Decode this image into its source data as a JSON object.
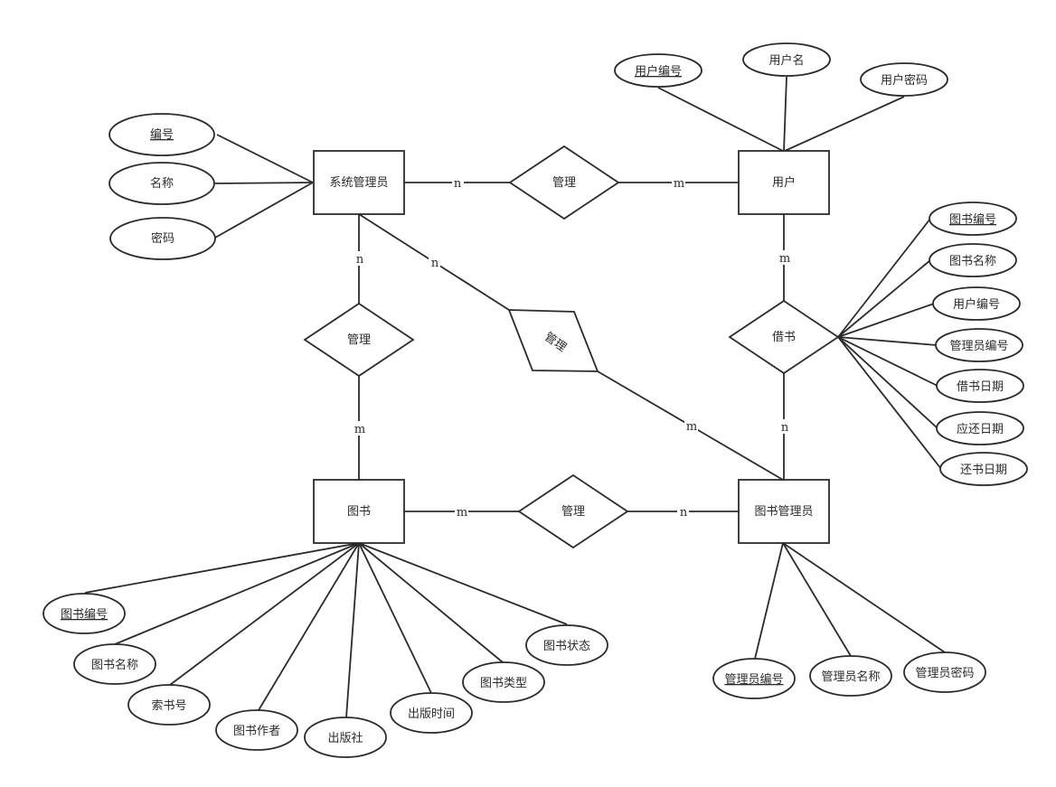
{
  "entities": {
    "sys_admin": "系统管理员",
    "user": "用户",
    "book": "图书",
    "librarian": "图书管理员"
  },
  "relationships": {
    "top": "管理",
    "left": "管理",
    "diagonal": "管理",
    "borrow": "借书",
    "bottom": "管理"
  },
  "cardinalities": {
    "sys_top": "n",
    "user_top": "m",
    "sys_left": "n",
    "book_left": "m",
    "sys_diag": "n",
    "lib_diag": "m",
    "user_borrow": "m",
    "lib_borrow": "n",
    "book_bottom": "m",
    "lib_bottom": "n"
  },
  "attributes": {
    "sys_admin": [
      "编号",
      "名称",
      "密码"
    ],
    "user": [
      "用户编号",
      "用户名",
      "用户密码"
    ],
    "borrow": [
      "图书编号",
      "图书名称",
      "用户编号",
      "管理员编号",
      "借书日期",
      "应还日期",
      "还书日期"
    ],
    "book": [
      "图书编号",
      "图书名称",
      "索书号",
      "图书作者",
      "出版社",
      "出版时间",
      "图书类型",
      "图书状态"
    ],
    "librarian": [
      "管理员编号",
      "管理员名称",
      "管理员密码"
    ]
  }
}
